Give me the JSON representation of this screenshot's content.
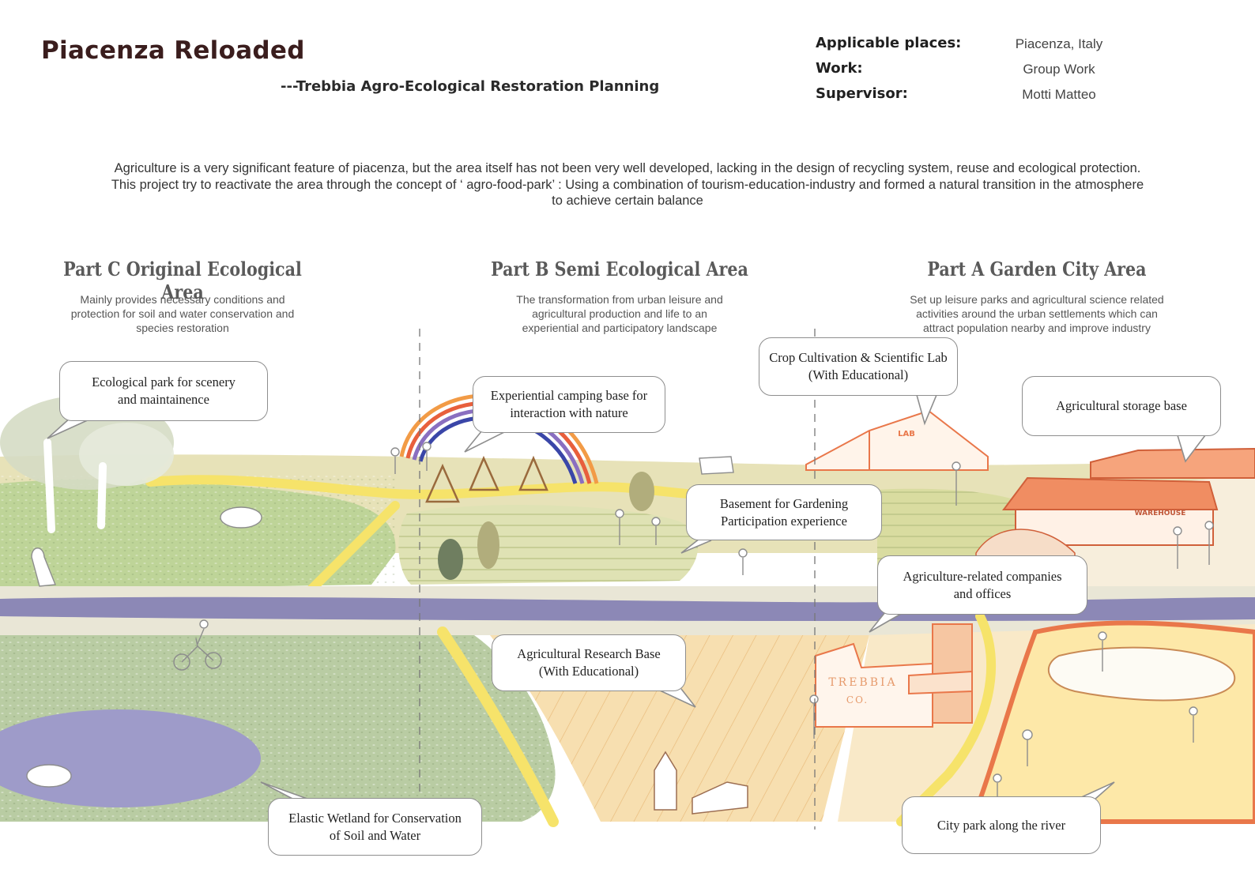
{
  "header": {
    "title": "Piacenza Reloaded",
    "subtitle": "---Trebbia Agro-Ecological Restoration Planning"
  },
  "meta": [
    {
      "label": "Applicable places:",
      "value": "Piacenza, Italy"
    },
    {
      "label": "Work:",
      "value": "Group Work"
    },
    {
      "label": "Supervisor:",
      "value": "Motti Matteo"
    }
  ],
  "intro": {
    "lines": [
      "Agriculture is a very significant feature of piacenza, but the area itself has not been very well developed, lacking in the design of recycling system, reuse and ecological protection.",
      "This project try to reactivate the area through the concept of ‘ agro-food-park’ : Using a combination of tourism-education-industry and formed a natural transition in the atmosphere",
      "to achieve certain balance"
    ]
  },
  "parts": [
    {
      "title": "Part C Original Ecological Area",
      "desc": [
        "Mainly provides necessary conditions and",
        "protection for soil and water conservation and",
        "species restoration"
      ]
    },
    {
      "title": "Part B Semi Ecological Area",
      "desc": [
        "The transformation from urban leisure and",
        "agricultural production and life to an",
        "experiential and participatory landscape"
      ]
    },
    {
      "title": "Part A  Garden City Area",
      "desc": [
        "Set up leisure parks and agricultural science related",
        "activities around the urban settlements which can",
        "attract population nearby and improve industry"
      ]
    }
  ],
  "callouts": {
    "eco_park": [
      "Ecological park for scenery",
      "and maintainence"
    ],
    "camping": [
      "Experiential camping base for",
      "interaction with nature"
    ],
    "crop_lab": [
      "Crop Cultivation & Scientific Lab",
      "(With Educational)"
    ],
    "storage": [
      "Agricultural storage base"
    ],
    "gardening": [
      "Basement for Gardening",
      "Participation experience"
    ],
    "companies": [
      "Agriculture-related companies",
      "and offices"
    ],
    "research": [
      "Agricultural Research Base",
      "(With Educational)"
    ],
    "wetland": [
      "Elastic Wetland for Conservation",
      "of Soil and Water"
    ],
    "city_park": [
      "City park along the river"
    ]
  },
  "illustration_text": {
    "lab_sign": "LAB",
    "warehouse_sign": "WAREHOUSE",
    "company_sign_1": "TREBBIA",
    "company_sign_2": "CO."
  },
  "colors": {
    "river": "#8c88b6",
    "meadow": "#b9cf8f",
    "field": "#d8dca7",
    "path": "#f5e05a",
    "orange": "#e9774a",
    "wheat": "#f6dca6",
    "sand": "#f8e6c4"
  }
}
